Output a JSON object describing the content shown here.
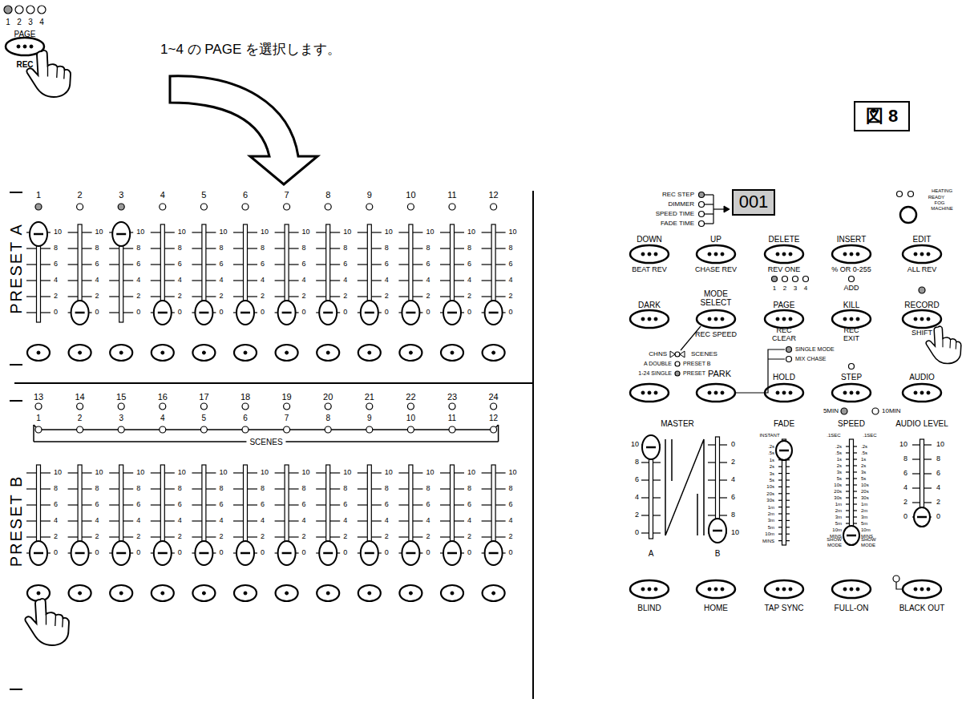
{
  "diagram": {
    "nodes": [
      {
        "text": [
          "図 8"
        ]
      },
      {
        "text": [
          "001"
        ]
      }
    ],
    "labels": [
      "1",
      "2",
      "3",
      "4",
      "PAGE",
      "REC",
      "1~4 の PAGE を選択します。",
      "PRESET A",
      "1",
      "2",
      "3",
      "4",
      "5",
      "6",
      "7",
      "8",
      "9",
      "10",
      "11",
      "12",
      "10",
      "8",
      "6",
      "4",
      "2",
      "0",
      "10",
      "8",
      "6",
      "4",
      "2",
      "0",
      "10",
      "8",
      "6",
      "4",
      "2",
      "0",
      "10",
      "8",
      "6",
      "4",
      "2",
      "0",
      "10",
      "8",
      "6",
      "4",
      "2",
      "0",
      "10",
      "8",
      "6",
      "4",
      "2",
      "0",
      "10",
      "8",
      "6",
      "4",
      "2",
      "0",
      "10",
      "8",
      "6",
      "4",
      "2",
      "0",
      "10",
      "8",
      "6",
      "4",
      "2",
      "0",
      "10",
      "8",
      "6",
      "4",
      "2",
      "0",
      "10",
      "8",
      "6",
      "4",
      "2",
      "0",
      "10",
      "8",
      "6",
      "4",
      "2",
      "0",
      "PRESET B",
      "13",
      "14",
      "15",
      "16",
      "17",
      "18",
      "19",
      "20",
      "21",
      "22",
      "23",
      "24",
      "1",
      "2",
      "3",
      "4",
      "5",
      "6",
      "7",
      "8",
      "9",
      "10",
      "11",
      "12",
      "SCENES",
      "10",
      "8",
      "6",
      "4",
      "2",
      "0",
      "10",
      "8",
      "6",
      "4",
      "2",
      "0",
      "10",
      "8",
      "6",
      "4",
      "2",
      "0",
      "10",
      "8",
      "6",
      "4",
      "2",
      "0",
      "10",
      "8",
      "6",
      "4",
      "2",
      "0",
      "10",
      "8",
      "6",
      "4",
      "2",
      "0",
      "10",
      "8",
      "6",
      "4",
      "2",
      "0",
      "10",
      "8",
      "6",
      "4",
      "2",
      "0",
      "10",
      "8",
      "6",
      "4",
      "2",
      "0",
      "10",
      "8",
      "6",
      "4",
      "2",
      "0",
      "10",
      "8",
      "6",
      "4",
      "2",
      "0",
      "10",
      "8",
      "6",
      "4",
      "2",
      "0",
      "REC STEP",
      "DIMMER",
      "SPEED TIME",
      "FADE TIME",
      "HEATING",
      "READY",
      "FOG",
      "MACHINE",
      "DOWN",
      "BEAT REV",
      "UP",
      "CHASE REV",
      "DELETE",
      "REV ONE",
      "INSERT",
      "% OR 0-255",
      "EDIT",
      "ALL REV",
      "DARK",
      "MODE SELECT",
      "REC SPEED",
      "1",
      "2",
      "3",
      "4",
      "PAGE",
      "REC CLEAR",
      "ADD",
      "KILL",
      "REC EXIT",
      "RECORD",
      "SHIFT",
      "CHNS",
      "SCENES",
      "A DOUBLE",
      "PRESET B",
      "1-24 SINGLE",
      "PRESET",
      "PARK",
      "SINGLE MODE",
      "MIX CHASE",
      "HOLD",
      "STEP",
      "AUDIO",
      "5MIN",
      "10MIN",
      "MASTER",
      "10",
      "8",
      "6",
      "4",
      "2",
      "0",
      "0",
      "2",
      "4",
      "6",
      "8",
      "10",
      "A",
      "B",
      "FADE",
      "INSTANT",
      ".2s",
      ".5s",
      "1s",
      "2s",
      "3s",
      "5s",
      "10s",
      "20s",
      "30s",
      "1m",
      "2m",
      "3m",
      "5m",
      "10m",
      "MINS",
      "SPEED",
      ".1SEC",
      ".1SEC",
      ".2s",
      ".5s",
      "1s",
      "2s",
      "3s",
      "5s",
      "10s",
      "20s",
      "30s",
      "1m",
      "2m",
      "3m",
      "5m",
      "10m",
      "MINS",
      "SHOW MODE",
      ".2s",
      ".5s",
      "1s",
      "2s",
      "3s",
      "5s",
      "10s",
      "20s",
      "30s",
      "1m",
      "2m",
      "3m",
      "5m",
      "10m",
      "MINS",
      "SHOW MODE",
      "AUDIO LEVEL",
      "10",
      "8",
      "6",
      "4",
      "2",
      "0",
      "10",
      "8",
      "6",
      "4",
      "2",
      "0",
      "BLIND",
      "HOME",
      "TAP SYNC",
      "FULL-ON",
      "BLACK OUT"
    ]
  }
}
